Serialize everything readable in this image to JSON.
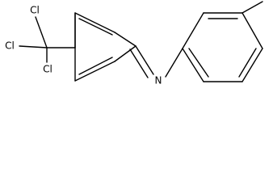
{
  "labels": {
    "chlorine_top": "Cl",
    "chlorine_left": "Cl",
    "chlorine_bottom": "Cl",
    "nitrogen": "N"
  },
  "colors": {
    "bond": "#000000",
    "text": "#000000",
    "background": "#ffffff"
  }
}
